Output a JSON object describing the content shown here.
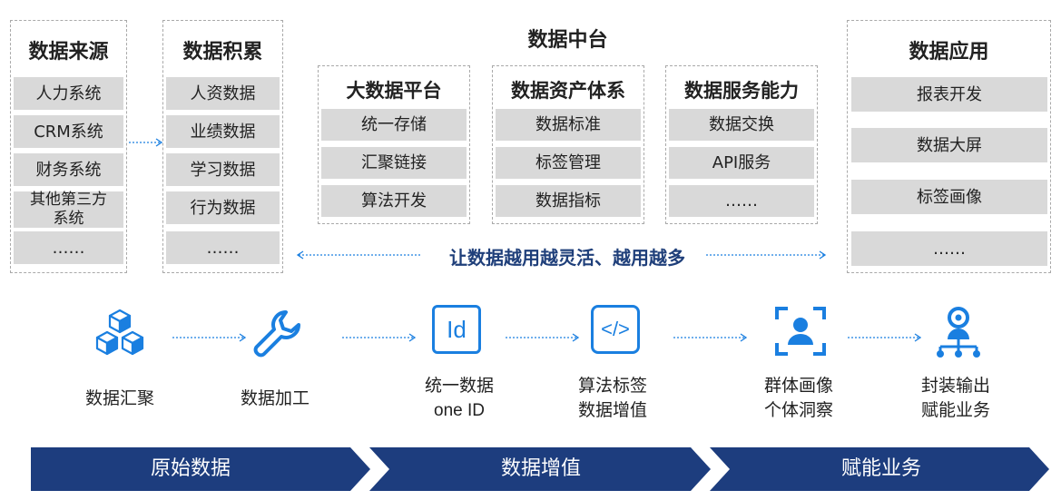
{
  "sources": {
    "title": "数据来源",
    "items": [
      "人力系统",
      "CRM系统",
      "财务系统",
      "其他第三方\n系统",
      "……"
    ]
  },
  "accumulation": {
    "title": "数据积累",
    "items": [
      "人资数据",
      "业绩数据",
      "学习数据",
      "行为数据",
      "……"
    ]
  },
  "middle_platform": {
    "title": "数据中台",
    "big_data": {
      "title": "大数据平台",
      "items": [
        "统一存储",
        "汇聚链接",
        "算法开发"
      ]
    },
    "asset_system": {
      "title": "数据资产体系",
      "items": [
        "数据标准",
        "标签管理",
        "数据指标"
      ]
    },
    "service": {
      "title": "数据服务能力",
      "items": [
        "数据交换",
        "API服务",
        "……"
      ]
    }
  },
  "application": {
    "title": "数据应用",
    "items": [
      "报表开发",
      "数据大屏",
      "标签画像",
      "……"
    ]
  },
  "slogan": "让数据越用越灵活、越用越多",
  "process": [
    {
      "icon": "cubes-icon",
      "line1": "数据汇聚",
      "line2": ""
    },
    {
      "icon": "wrench-icon",
      "line1": "数据加工",
      "line2": ""
    },
    {
      "icon": "id-icon",
      "line1": "统一数据",
      "line2": "one ID",
      "glyph": "Id"
    },
    {
      "icon": "code-icon",
      "line1": "算法标签",
      "line2": "数据增值",
      "glyph": "</>"
    },
    {
      "icon": "user-scan-icon",
      "line1": "群体画像",
      "line2": "个体洞察"
    },
    {
      "icon": "network-person-icon",
      "line1": "封装输出",
      "line2": "赋能业务"
    }
  ],
  "stages": [
    "原始数据",
    "数据增值",
    "赋能业务"
  ],
  "colors": {
    "accent": "#1a7fe0",
    "band": "#1d3d7e",
    "item_bg": "#d9d9d9",
    "slogan": "#1f3f7a"
  }
}
